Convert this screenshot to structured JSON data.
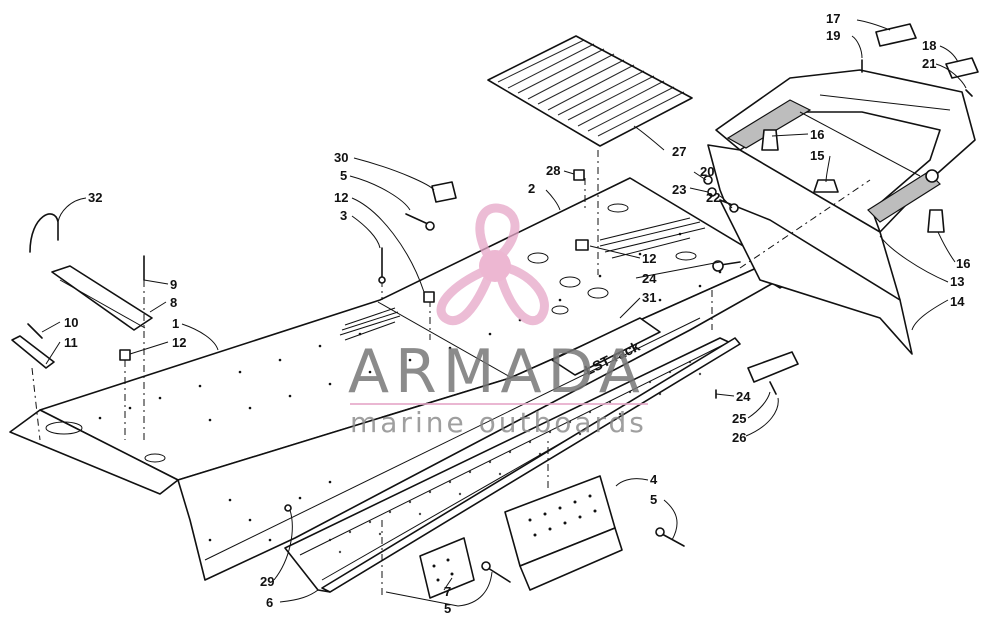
{
  "watermark": {
    "brand": "ARMADA",
    "tagline": "marine outboards",
    "logo_color": "#e6a6c8",
    "logo_center": "#e79fc3"
  },
  "decal": {
    "text": "LST rack"
  },
  "callouts": [
    {
      "id": "c-17",
      "text": "17"
    },
    {
      "id": "c-19",
      "text": "19"
    },
    {
      "id": "c-18",
      "text": "18"
    },
    {
      "id": "c-21",
      "text": "21"
    },
    {
      "id": "c-16a",
      "text": "16"
    },
    {
      "id": "c-15",
      "text": "15"
    },
    {
      "id": "c-27",
      "text": "27"
    },
    {
      "id": "c-20",
      "text": "20"
    },
    {
      "id": "c-22",
      "text": "22"
    },
    {
      "id": "c-23",
      "text": "23"
    },
    {
      "id": "c-28",
      "text": "28"
    },
    {
      "id": "c-2",
      "text": "2"
    },
    {
      "id": "c-30",
      "text": "30"
    },
    {
      "id": "c-5a",
      "text": "5"
    },
    {
      "id": "c-12a",
      "text": "12"
    },
    {
      "id": "c-3",
      "text": "3"
    },
    {
      "id": "c-32",
      "text": "32"
    },
    {
      "id": "c-12b",
      "text": "12"
    },
    {
      "id": "c-24a",
      "text": "24"
    },
    {
      "id": "c-31",
      "text": "31"
    },
    {
      "id": "c-16b",
      "text": "16"
    },
    {
      "id": "c-13",
      "text": "13"
    },
    {
      "id": "c-14",
      "text": "14"
    },
    {
      "id": "c-9",
      "text": "9"
    },
    {
      "id": "c-8",
      "text": "8"
    },
    {
      "id": "c-1",
      "text": "1"
    },
    {
      "id": "c-10",
      "text": "10"
    },
    {
      "id": "c-11",
      "text": "11"
    },
    {
      "id": "c-12c",
      "text": "12"
    },
    {
      "id": "c-24b",
      "text": "24"
    },
    {
      "id": "c-25",
      "text": "25"
    },
    {
      "id": "c-26",
      "text": "26"
    },
    {
      "id": "c-4",
      "text": "4"
    },
    {
      "id": "c-5b",
      "text": "5"
    },
    {
      "id": "c-29",
      "text": "29"
    },
    {
      "id": "c-6",
      "text": "6"
    },
    {
      "id": "c-7",
      "text": "7"
    },
    {
      "id": "c-5c",
      "text": "5"
    }
  ]
}
